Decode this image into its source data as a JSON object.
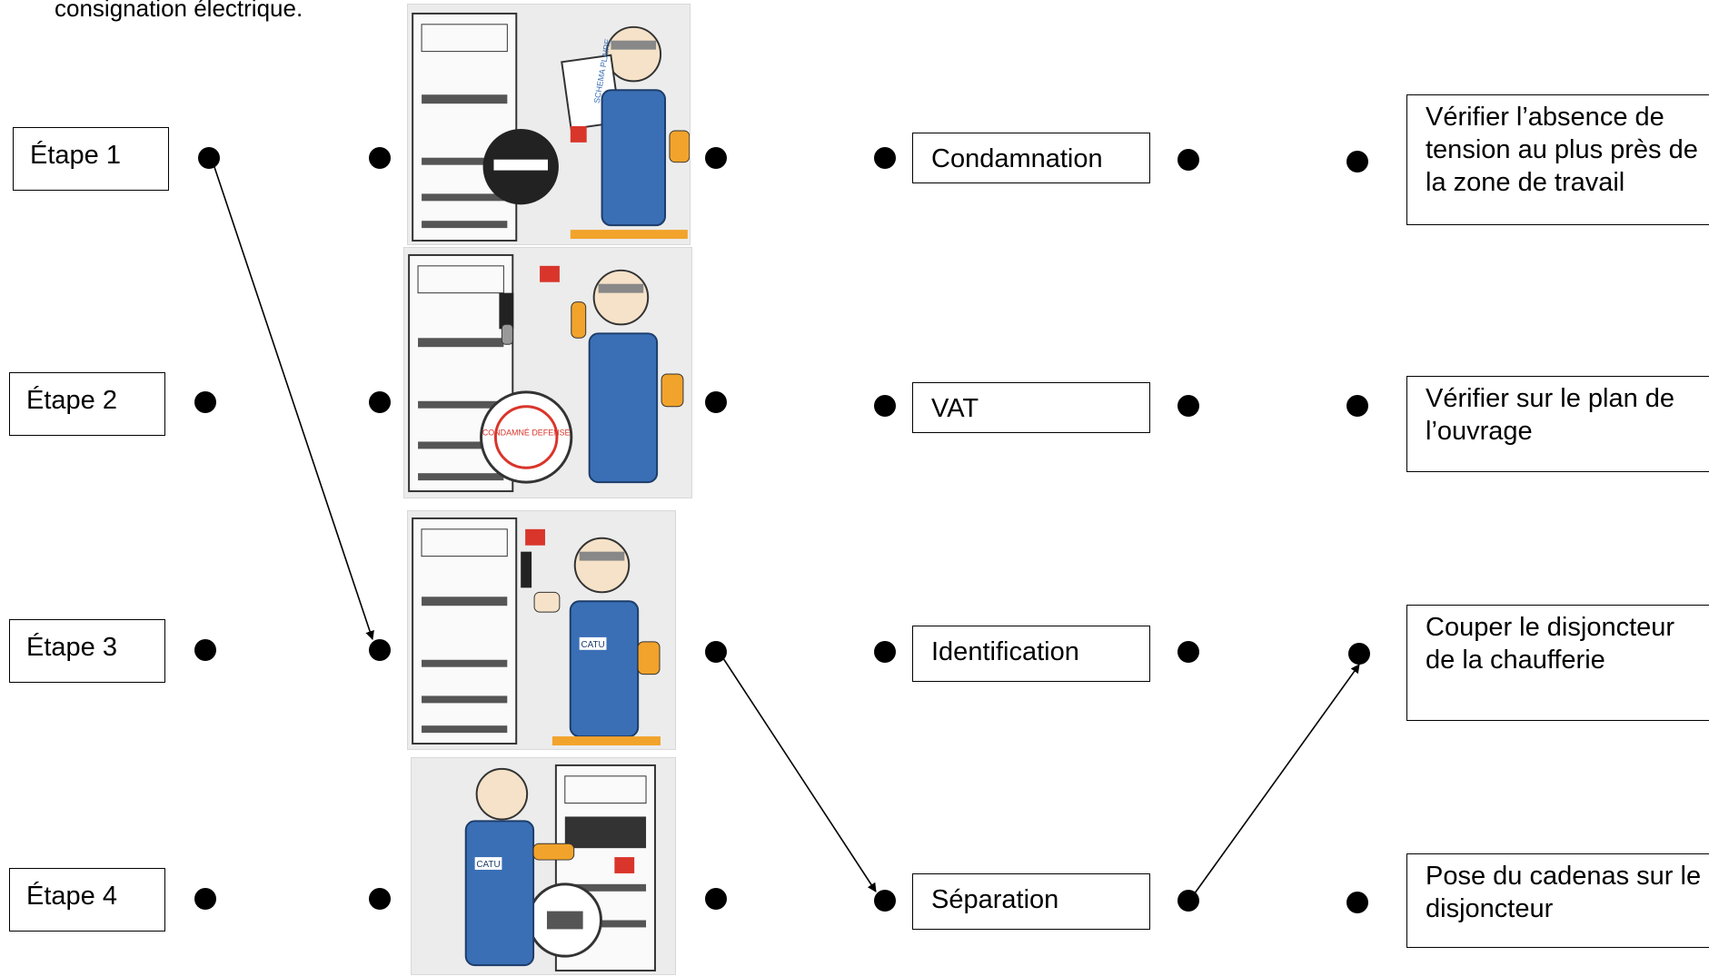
{
  "header": "consignation électrique.",
  "steps": [
    "Étape 1",
    "Étape 2",
    "Étape 3",
    "Étape 4"
  ],
  "actions": [
    "Condamnation",
    "VAT",
    "Identification",
    "Séparation"
  ],
  "descriptions": [
    "Vérifier l’absence de tension au plus près de la zone de travail",
    "Vérifier sur le plan de l’ouvrage",
    "Couper le disjoncteur de la chaufferie",
    "Pose du cadenas sur le disjoncteur"
  ],
  "illustrations": [
    "schema-reading-illustration",
    "padlock-sign-illustration",
    "breaker-switch-illustration",
    "voltage-check-illustration"
  ],
  "illustration_labels": [
    "SCHEMA PLAIRE",
    "CONDAMNÉ DEFENSE",
    "CATU",
    "CATU"
  ],
  "colors": {
    "overalls": "#3a6fb5",
    "gloves": "#f2a32b",
    "tag": "#d9352b",
    "line": "#000000"
  },
  "links": [
    {
      "from": "step-1",
      "to": "illustration-3"
    },
    {
      "from": "illustration-3",
      "to": "action-séparation"
    },
    {
      "from": "action-séparation",
      "to": "description-couper"
    }
  ]
}
